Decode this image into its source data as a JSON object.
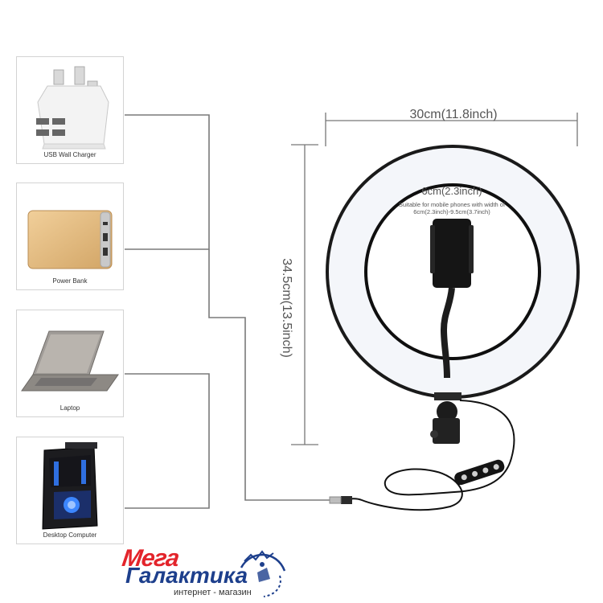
{
  "sources": [
    {
      "label": "USB Wall Charger",
      "icon": "usb-wall-charger-icon"
    },
    {
      "label": "Power Bank",
      "icon": "power-bank-icon"
    },
    {
      "label": "Laptop",
      "icon": "laptop-icon"
    },
    {
      "label": "Desktop Computer",
      "icon": "desktop-computer-icon"
    }
  ],
  "dimensions": {
    "width": "30cm(11.8inch)",
    "height": "34.5cm(13.5inch)",
    "holder_width": "6cm(2.3inch)",
    "holder_note_line1": "Suitable for mobile phones with width of",
    "holder_note_line2": "6cm(2.3inch)-9.5cm(3.7inch)"
  },
  "logo": {
    "brand_top": "Мега",
    "brand_main": "Галактика",
    "tagline": "интернет - магазин"
  },
  "colors": {
    "ring_light": "#f4f6fa",
    "ring_border": "#1a1a1a",
    "connector_line": "#7a7a7a",
    "brand_red": "#e3242b",
    "brand_blue": "#1d3f8c"
  }
}
